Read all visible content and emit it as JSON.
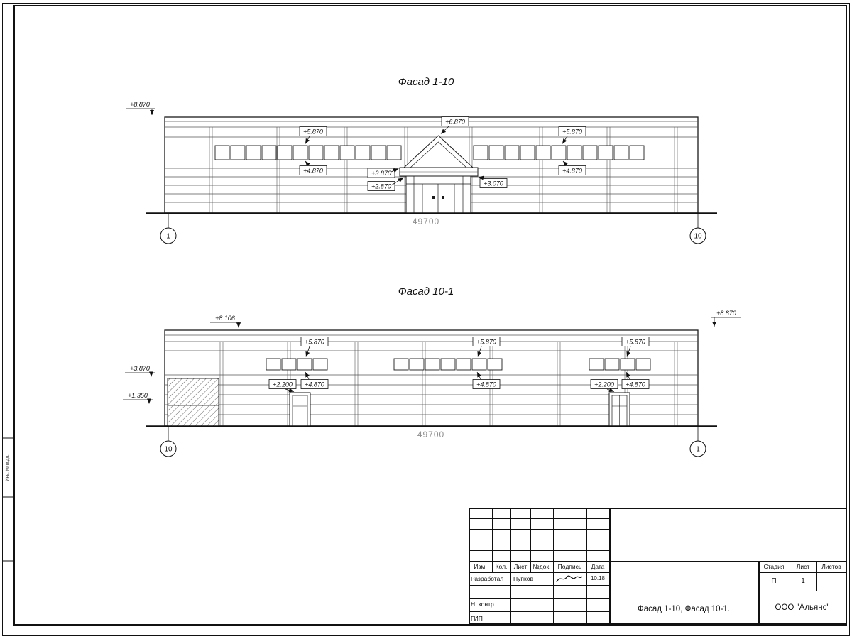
{
  "drawing": {
    "facade_top": {
      "title": "Фасад 1-10",
      "marks": {
        "parapet": "+8.870",
        "lintel": "+5.870",
        "apex": "+6.870",
        "sill": "+4.870",
        "canopy_top": "+3.870",
        "door_top": "+2.870",
        "canopy_edge": "+3.070"
      },
      "dimension": "49700",
      "axis_left": "1",
      "axis_right": "10"
    },
    "facade_bottom": {
      "title": "Фасад 10-1",
      "marks": {
        "parapet_left": "+8.106",
        "parapet_right": "+8.870",
        "ledge_upper": "+3.870",
        "ledge_lower": "+1.350",
        "lintel": "+5.870",
        "sill": "+4.870",
        "door_top": "+2.200"
      },
      "dimension": "49700",
      "axis_left": "10",
      "axis_right": "1"
    }
  },
  "title_block": {
    "rev_headers": {
      "izm": "Изм.",
      "kol": "Кол.",
      "list": "Лист",
      "doc": "№док.",
      "sign": "Подпись",
      "date": "Дата"
    },
    "roles": {
      "developer": "Разработал",
      "developer_name": "Пупков",
      "developer_date": "10.18",
      "ncontrol": "Н. контр.",
      "gip": "ГИП"
    },
    "doc_title": "Фасад 1-10, Фасад 10-1.",
    "company": "ООО \"Альянс\"",
    "stage": {
      "header": "Стадия",
      "value": "П"
    },
    "sheet": {
      "header": "Лист",
      "value": "1"
    },
    "sheets": {
      "header": "Листов",
      "value": ""
    }
  },
  "frame": {
    "side_label": "Инв. № подл."
  }
}
